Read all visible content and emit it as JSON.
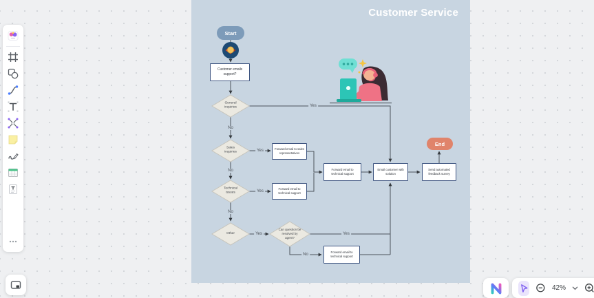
{
  "frame": {
    "title": "Customer Service"
  },
  "sidebar": {
    "tools": [
      "templates",
      "frame",
      "shapes",
      "connector",
      "text",
      "mindmap",
      "sticky-note",
      "pen",
      "table",
      "document",
      "more"
    ]
  },
  "flowchart": {
    "nodes": {
      "start": "Start",
      "customer_emails": "Customer emails support?",
      "general_inquiries": "General inquiries",
      "sales_inquiries": "Sales inquiries",
      "technical_issues": "Technical issues",
      "other": "Other",
      "forward_sales": "Forward email to sales representatives",
      "forward_tech_upper": "Forward email to technical support",
      "forward_tech_mid": "Forward email to technical support",
      "email_customer": "Email customer with solution",
      "send_survey": "Send automated feedback survey",
      "can_resolve": "Can question be resolved by agent?",
      "forward_tech_bottom": "Forward email to technical support",
      "end": "End"
    },
    "labels": {
      "yes": "Yes",
      "no": "No"
    }
  },
  "footer": {
    "zoom_level": "42%",
    "icons": [
      "toggle-ui",
      "app-logo",
      "select-tool",
      "zoom-out",
      "zoom-dropdown",
      "zoom-in"
    ]
  },
  "colors": {
    "frame_bg": "#c8d5e1",
    "node_border": "#3d5480",
    "start_fill": "#7d9bb9",
    "end_fill": "#e0846b",
    "diamond_fill": "#ebe9e1",
    "accent_purple": "#7c5cf0"
  }
}
